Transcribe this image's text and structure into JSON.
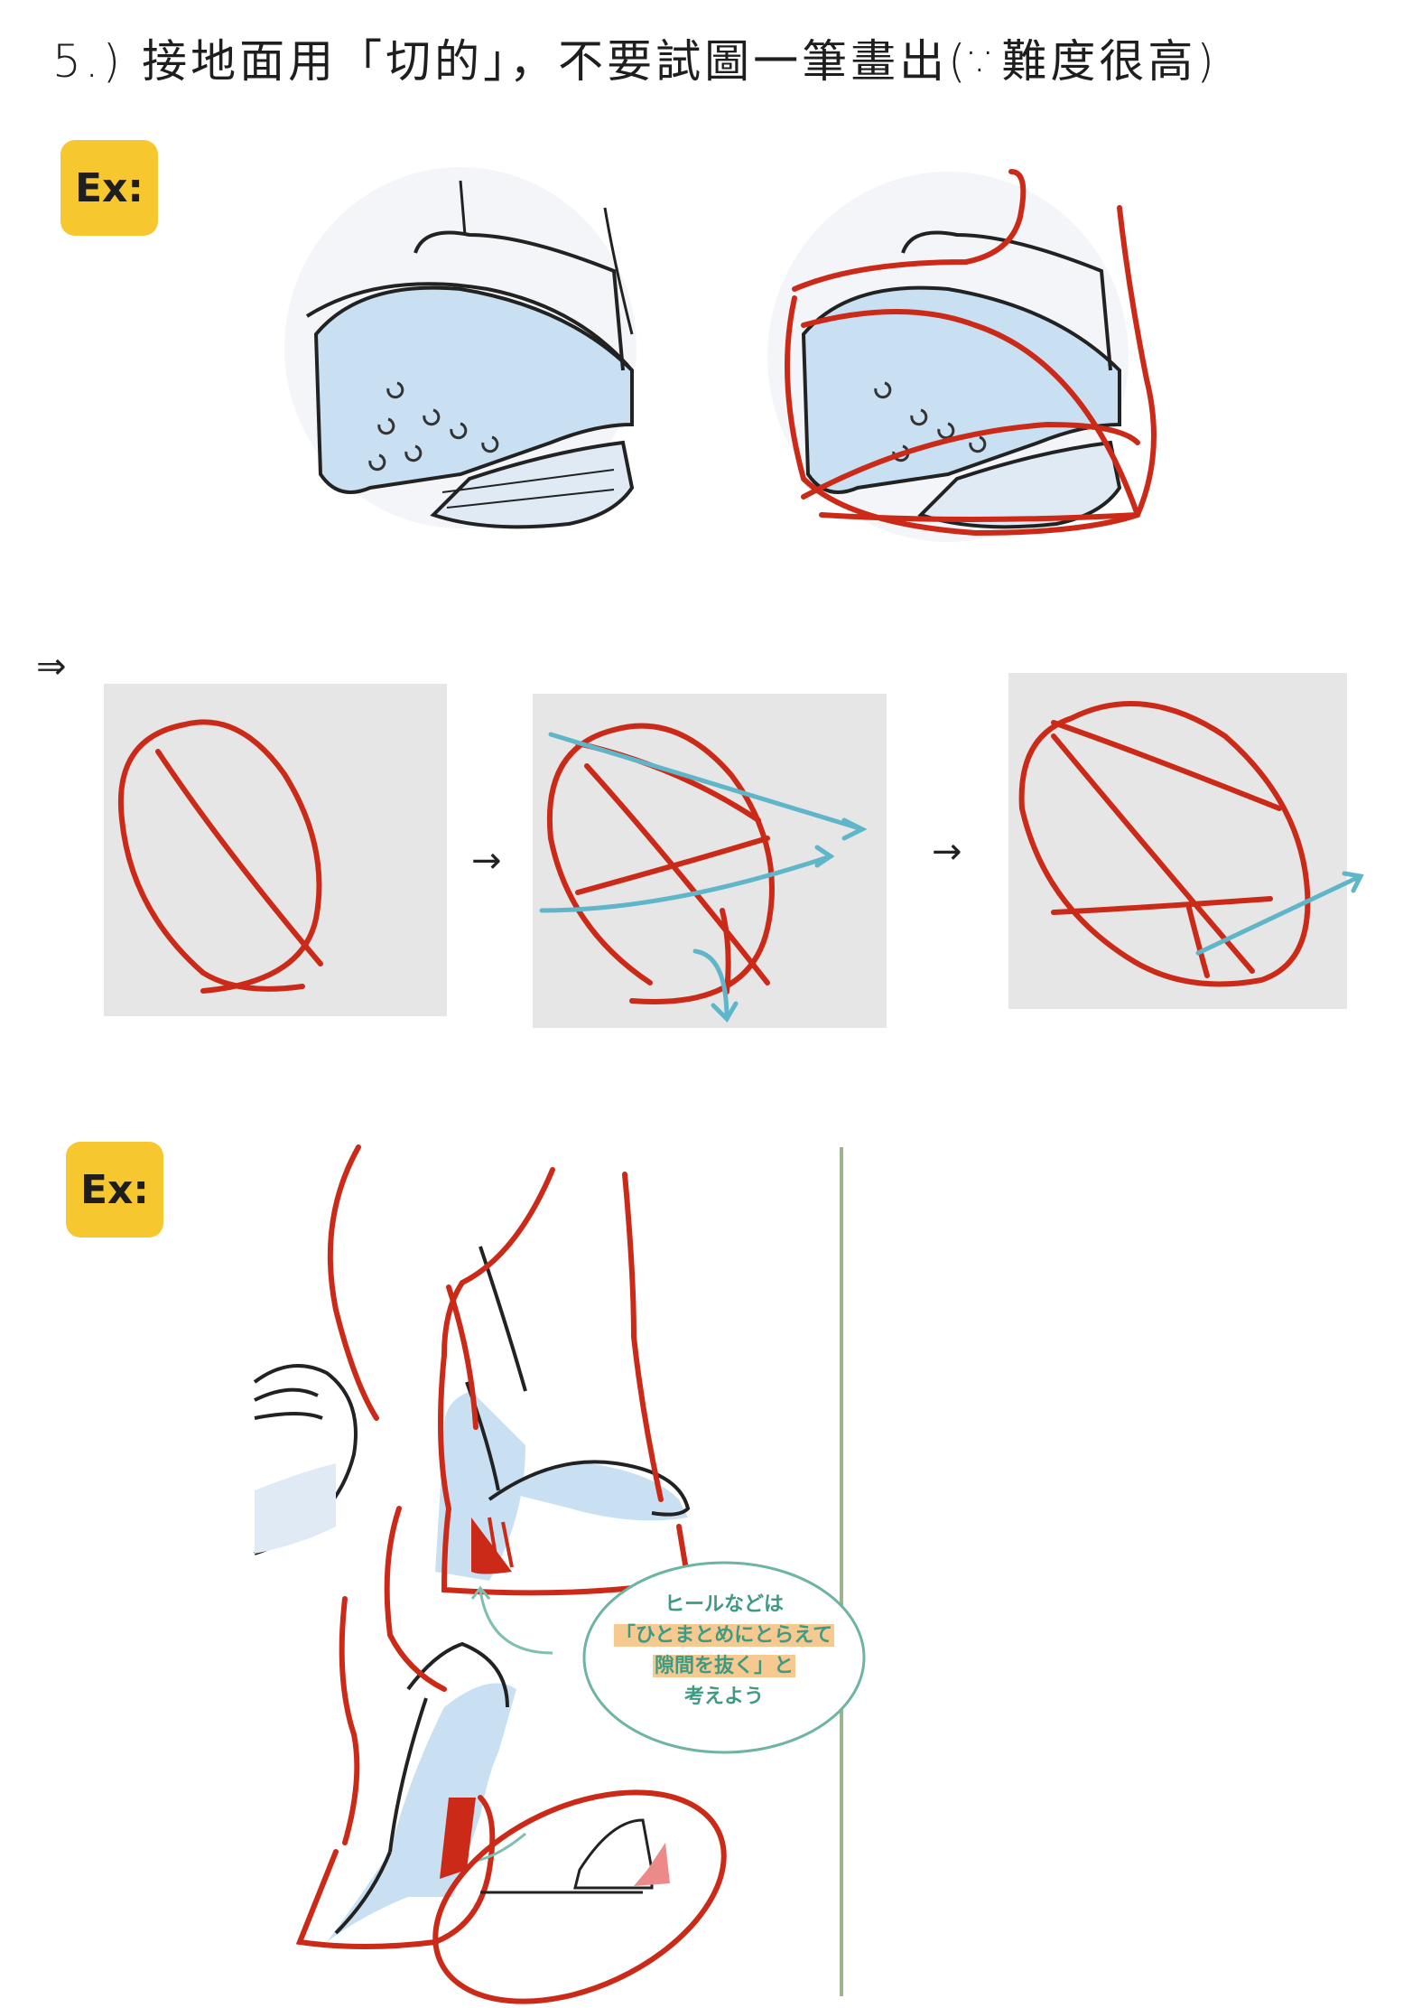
{
  "heading": {
    "text": "5.) 接地面用「切的」，不要試圖一筆畫出(∵難度很高)"
  },
  "examples": [
    {
      "badge": "Ex:"
    },
    {
      "badge": "Ex:"
    }
  ],
  "steps": {
    "lead": "⇒",
    "arrow_1": "→",
    "arrow_2": "→"
  },
  "callout": {
    "line_1": "ヒールなどは",
    "line_2": "「ひとまとめにとらえて",
    "line_3": "隙間を抜く」と",
    "line_4": "考えよう"
  },
  "colors": {
    "red_stroke": "#cc2a18",
    "blue_stroke": "#5fb6c9",
    "shoe_fill": "#c9e0f2",
    "badge": "#f7c730",
    "callout_text": "#3f9a84",
    "highlight": "#f5c98f"
  }
}
